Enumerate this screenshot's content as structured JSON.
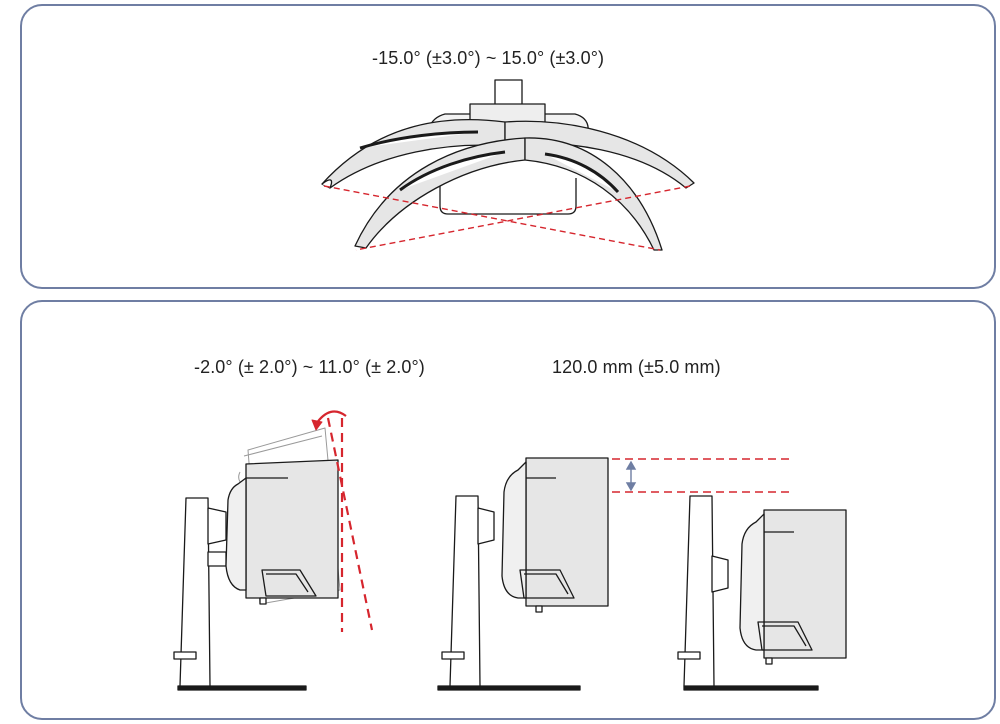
{
  "swivel": {
    "label": "-15.0° (±3.0°) ~ 15.0° (±3.0°)"
  },
  "tilt": {
    "label": "-2.0° (± 2.0°) ~ 11.0° (± 2.0°)"
  },
  "height": {
    "label": "120.0 mm (±5.0 mm)"
  },
  "colors": {
    "panel_border": "#6f7ea3",
    "guide_dash": "#d6262e",
    "monitor_fill": "#e6e6e6",
    "outline": "#1a1a1a",
    "height_arrow": "#6f7ea3"
  }
}
